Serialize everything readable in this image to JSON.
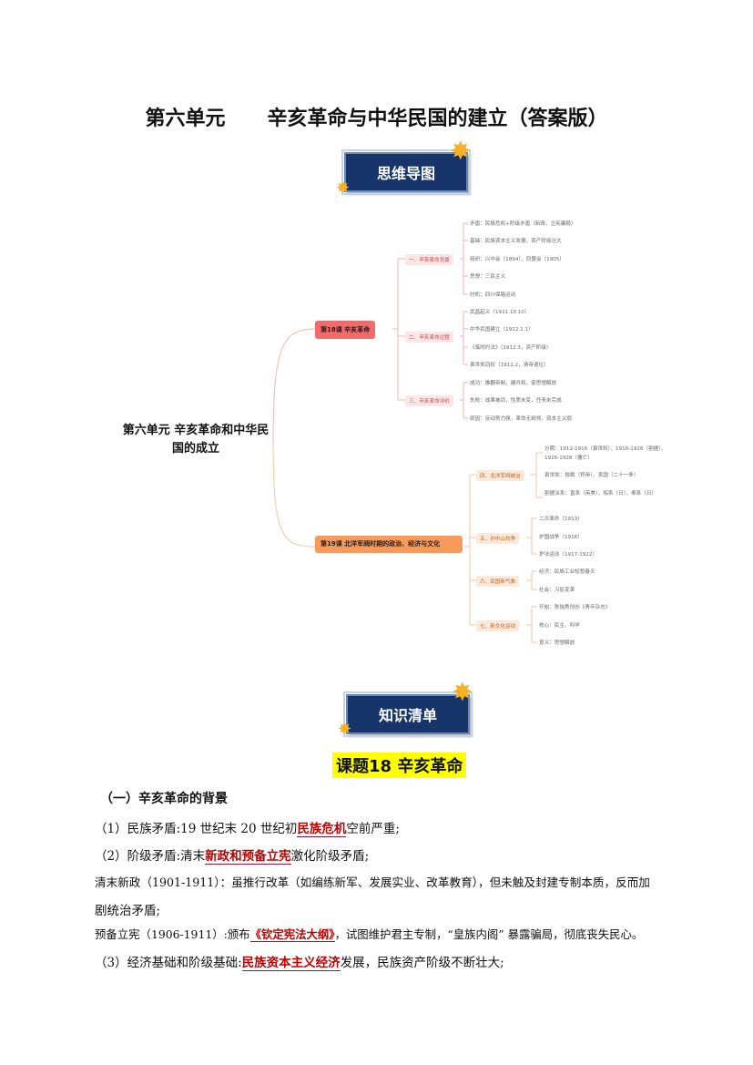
{
  "title": "第六单元      辛亥革命与中华民国的建立（答案版）",
  "banner_mindmap": "思维导图",
  "banner_knowledge": "知识清单",
  "mindmap": {
    "root": "第六单元 辛亥革命和中华民国的成立",
    "branches": [
      {
        "label": "第18课 辛亥革命",
        "subs": [
          {
            "label": "一、辛亥革命背景",
            "leaves": [
              "矛盾：民族危机+阶级矛盾（新政、立宪骗局）",
              "基础：民族资本主义发展，资产阶级壮大",
              "组织：兴中会（1894）、同盟会（1905）",
              "思想：三民主义",
              "时机：四川保路运动"
            ]
          },
          {
            "label": "二、辛亥革命过程",
            "leaves": [
              "武昌起义（1911.10.10）",
              "中华民国建立（1912.1.1）",
              "《临时约法》（1912.3，资产阶级）",
              "袁世凯窃权（1912.2，清帝退位）"
            ]
          },
          {
            "label": "三、辛亥革命评价",
            "leaves": [
              "成功：推翻帝制，建共和，促思想解放",
              "失败：成果被窃，性质未变，任务未完成",
              "原因：反动势力强，革命无纲领，资本主义弱"
            ]
          }
        ]
      },
      {
        "label": "第19课 北洋军阀时期的政治、经济与文化",
        "subs": [
          {
            "label": "四、北洋军阀统治",
            "leaves": [
              "分期：1912-1916（袁世凯）、1916-1926（割据）、1926-1928（覆亡）",
              "袁世凯：独裁（称帝）、卖国（二十一条）",
              "割据派系：直系（英美）、皖系（日）、奉系（日）"
            ]
          },
          {
            "label": "五、孙中山抗争",
            "leaves": [
              "二次革命（1913）",
              "护国战争（1916）",
              "护法运动（1917-1922）"
            ]
          },
          {
            "label": "六、民国新气象",
            "leaves": [
              "经济：民族工业短暂春天",
              "社会：习俗变革"
            ]
          },
          {
            "label": "七、新文化运动",
            "leaves": [
              "开始：陈独秀创办《青年杂志》",
              "核心：民主、科学",
              "意义：思想解放"
            ]
          }
        ]
      }
    ]
  },
  "lesson_title": "课题18  辛亥革命",
  "section": {
    "heading": "（一）辛亥革命的背景",
    "p1": {
      "a": "（1）民族矛盾:19 世纪末 20 世纪初",
      "hl": "民族危机",
      "b": "空前严重;"
    },
    "p2": {
      "a": "（2）阶级矛盾:清末",
      "hl": "新政和预备立宪",
      "b": "激化阶级矛盾;"
    },
    "p3a": "清末新政（1901-1911）：虽推行改革（如编练新军、发展实业、改革教育），但未触及封建专制本质，反而加",
    "p3b": "剧统治矛盾;",
    "p4": {
      "a": "预备立宪（1906-1911）:颁布",
      "hl": "《钦定宪法大纲》",
      "b": "，试图维护君主专制，“皇族内阁” 暴露骗局，彻底丧失民心。"
    },
    "p5": {
      "a": "（3）经济基础和阶级基础:",
      "hl": "民族资本主义经济",
      "b": "发展，民族资产阶级不断壮大;"
    }
  }
}
